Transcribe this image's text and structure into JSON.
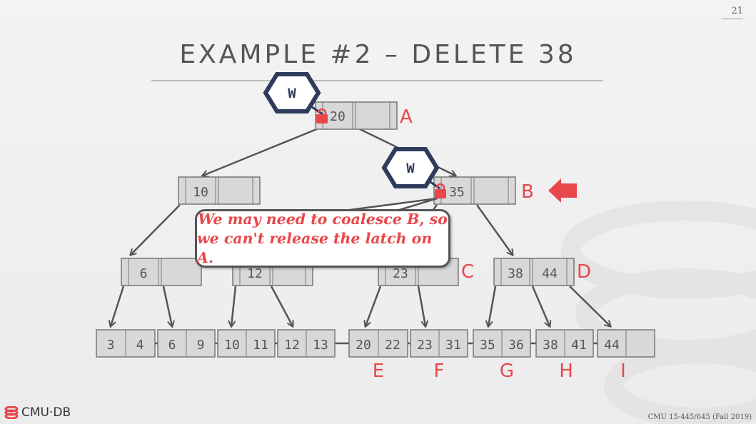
{
  "slide_number": "21",
  "title": "EXAMPLE #2 – DELETE 38",
  "latch_badge": "W",
  "callout": {
    "line1": "We may need to coalesce B, so",
    "line2": "we can't release the latch on A."
  },
  "footer": {
    "logo": "CMU·DB",
    "course": "CMU 15-445/645 (Fall 2019)"
  },
  "nodes": {
    "A": {
      "keys": [
        "20",
        ""
      ]
    },
    "B": {
      "keys": [
        "35",
        ""
      ]
    },
    "n10": {
      "keys": [
        "10",
        ""
      ]
    },
    "n6": {
      "keys": [
        "6",
        ""
      ]
    },
    "n12": {
      "keys": [
        "12",
        ""
      ]
    },
    "C": {
      "keys": [
        "23",
        ""
      ]
    },
    "D": {
      "keys": [
        "38",
        "44"
      ]
    }
  },
  "leaves": [
    {
      "keys": [
        "3",
        "4"
      ]
    },
    {
      "keys": [
        "6",
        "9"
      ]
    },
    {
      "keys": [
        "10",
        "11"
      ]
    },
    {
      "keys": [
        "12",
        "13"
      ]
    },
    {
      "keys": [
        "20",
        "22"
      ],
      "label": "E"
    },
    {
      "keys": [
        "23",
        "31"
      ],
      "label": "F"
    },
    {
      "keys": [
        "35",
        "36"
      ],
      "label": "G"
    },
    {
      "keys": [
        "38",
        "41"
      ],
      "label": "H"
    },
    {
      "keys": [
        "44",
        ""
      ],
      "label": "I"
    }
  ],
  "node_labels": {
    "A": "A",
    "B": "B",
    "C": "C",
    "D": "D"
  },
  "colors": {
    "accent": "#e8474b",
    "latch": "#2e3b5a",
    "node_fill": "#d8d8d8",
    "edge": "#555555"
  }
}
